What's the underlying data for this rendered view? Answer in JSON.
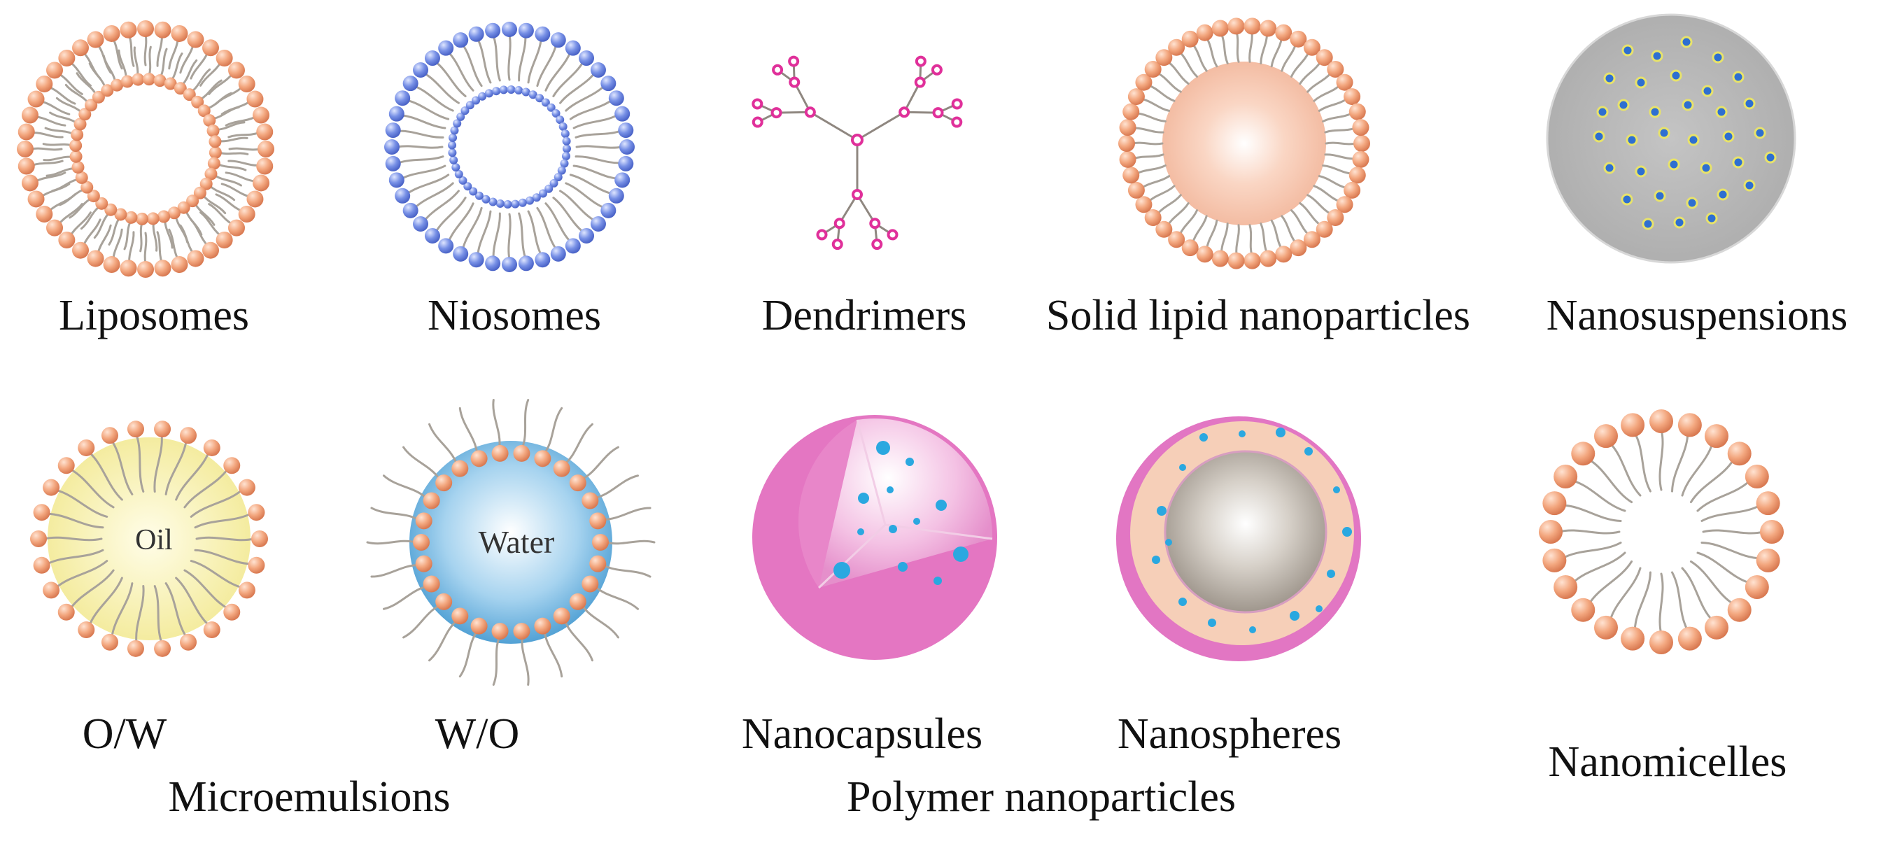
{
  "labels": {
    "liposomes": "Liposomes",
    "niosomes": "Niosomes",
    "dendrimers": "Dendrimers",
    "sln": "Solid lipid nanoparticles",
    "nanosuspensions": "Nanosuspensions",
    "ow": "O/W",
    "wo": "W/O",
    "microemulsions": "Microemulsions",
    "nanocapsules": "Nanocapsules",
    "nanospheres": "Nanospheres",
    "polymer_nanoparticles": "Polymer nanoparticles",
    "nanomicelles": "Nanomicelles"
  },
  "inner": {
    "oil": "Oil",
    "water": "Water"
  },
  "colors": {
    "lipid_head": "#f0a47e",
    "niosome_head": "#6d86e0",
    "dendrimer_node": "#e0309a",
    "tail": "#a8a29a",
    "sln_core": "#f6c4ac",
    "suspension_bg": "#b8b8b8",
    "oil_core": "#f4eca0",
    "water_core": "#6fb3de",
    "polymer_pink": "#e07ac0",
    "drug_blue": "#2aa8e0",
    "sphere_core": "#a79f95"
  }
}
